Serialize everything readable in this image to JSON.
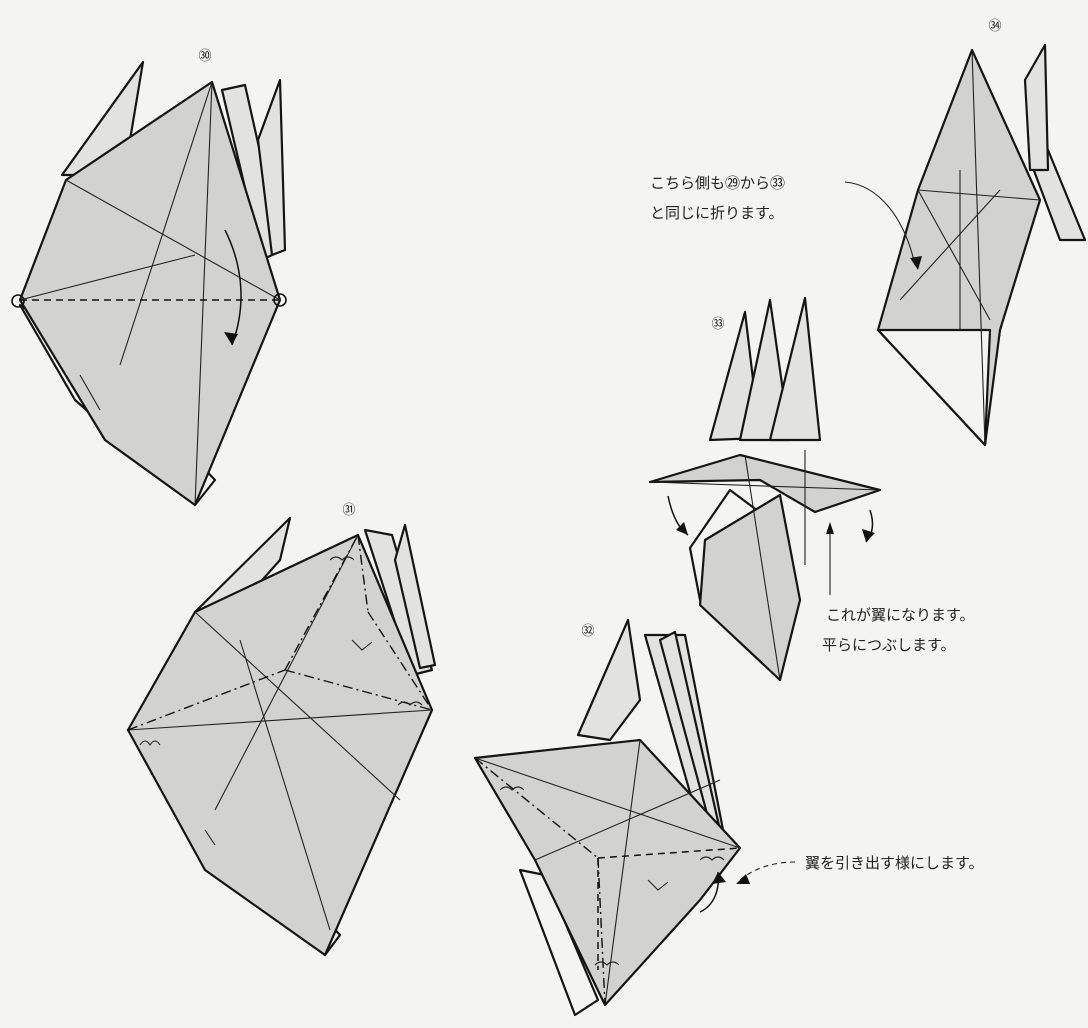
{
  "steps": [
    {
      "id": "step-30",
      "number": "㉚"
    },
    {
      "id": "step-31",
      "number": "㉛"
    },
    {
      "id": "step-32",
      "number": "㉜"
    },
    {
      "id": "step-33",
      "number": "㉝"
    },
    {
      "id": "step-34",
      "number": "㉞"
    }
  ],
  "captions": {
    "step34_line1": "こちら側も㉙から㉝",
    "step34_line2": "と同じに折ります。",
    "step33_line1": "これが翼になります。",
    "step33_line2": "平らにつぶします。",
    "step32": "翼を引き出す様にします。"
  },
  "colors": {
    "paper_shade": "#d2d2d0",
    "paper_light": "#e2e2e0",
    "background": "#f4f4f2",
    "ink": "#151515"
  }
}
